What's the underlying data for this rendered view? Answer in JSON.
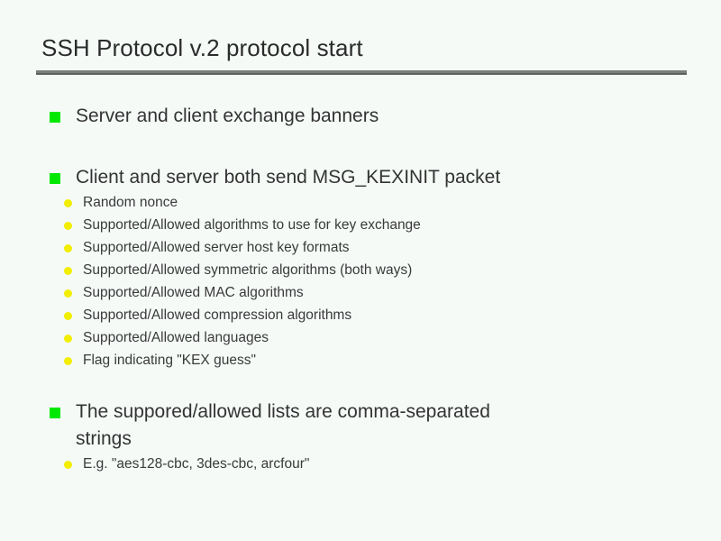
{
  "slide": {
    "title": "SSH Protocol v.2 protocol start",
    "background_color": "#f5faf7",
    "text_color": "#333333",
    "rule_color": "#7a7f7c",
    "bullet_level1_color": "#00e800",
    "bullet_level2_color": "#f2ee00",
    "blocks": [
      {
        "level1": "Server and client exchange banners",
        "sub": []
      },
      {
        "level1": "Client and server both send MSG_KEXINIT packet",
        "sub": [
          "Random nonce",
          "Supported/Allowed algorithms to use for key exchange",
          "Supported/Allowed server host key formats",
          "Supported/Allowed symmetric algorithms (both ways)",
          "Supported/Allowed MAC algorithms",
          "Supported/Allowed compression algorithms",
          "Supported/Allowed languages",
          "Flag indicating \"KEX guess\""
        ]
      },
      {
        "level1": "The suppored/allowed lists are comma-separated",
        "level1_cont": "strings",
        "sub": [
          "E.g. \"aes128-cbc, 3des-cbc, arcfour\""
        ]
      }
    ]
  }
}
